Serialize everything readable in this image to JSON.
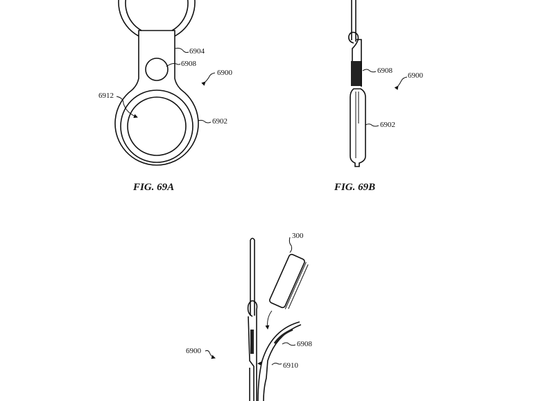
{
  "figures": [
    {
      "caption": "FIG. 69A",
      "labels": {
        "ref_6904": "6904",
        "ref_6908": "6908",
        "ref_6900": "6900",
        "ref_6912": "6912",
        "ref_6902": "6902"
      }
    },
    {
      "caption": "FIG. 69B",
      "labels": {
        "ref_6908": "6908",
        "ref_6900": "6900",
        "ref_6902": "6902"
      }
    },
    {
      "caption": "",
      "labels": {
        "ref_300": "300",
        "ref_6908": "6908",
        "ref_6910": "6910",
        "ref_6900": "6900"
      }
    }
  ]
}
